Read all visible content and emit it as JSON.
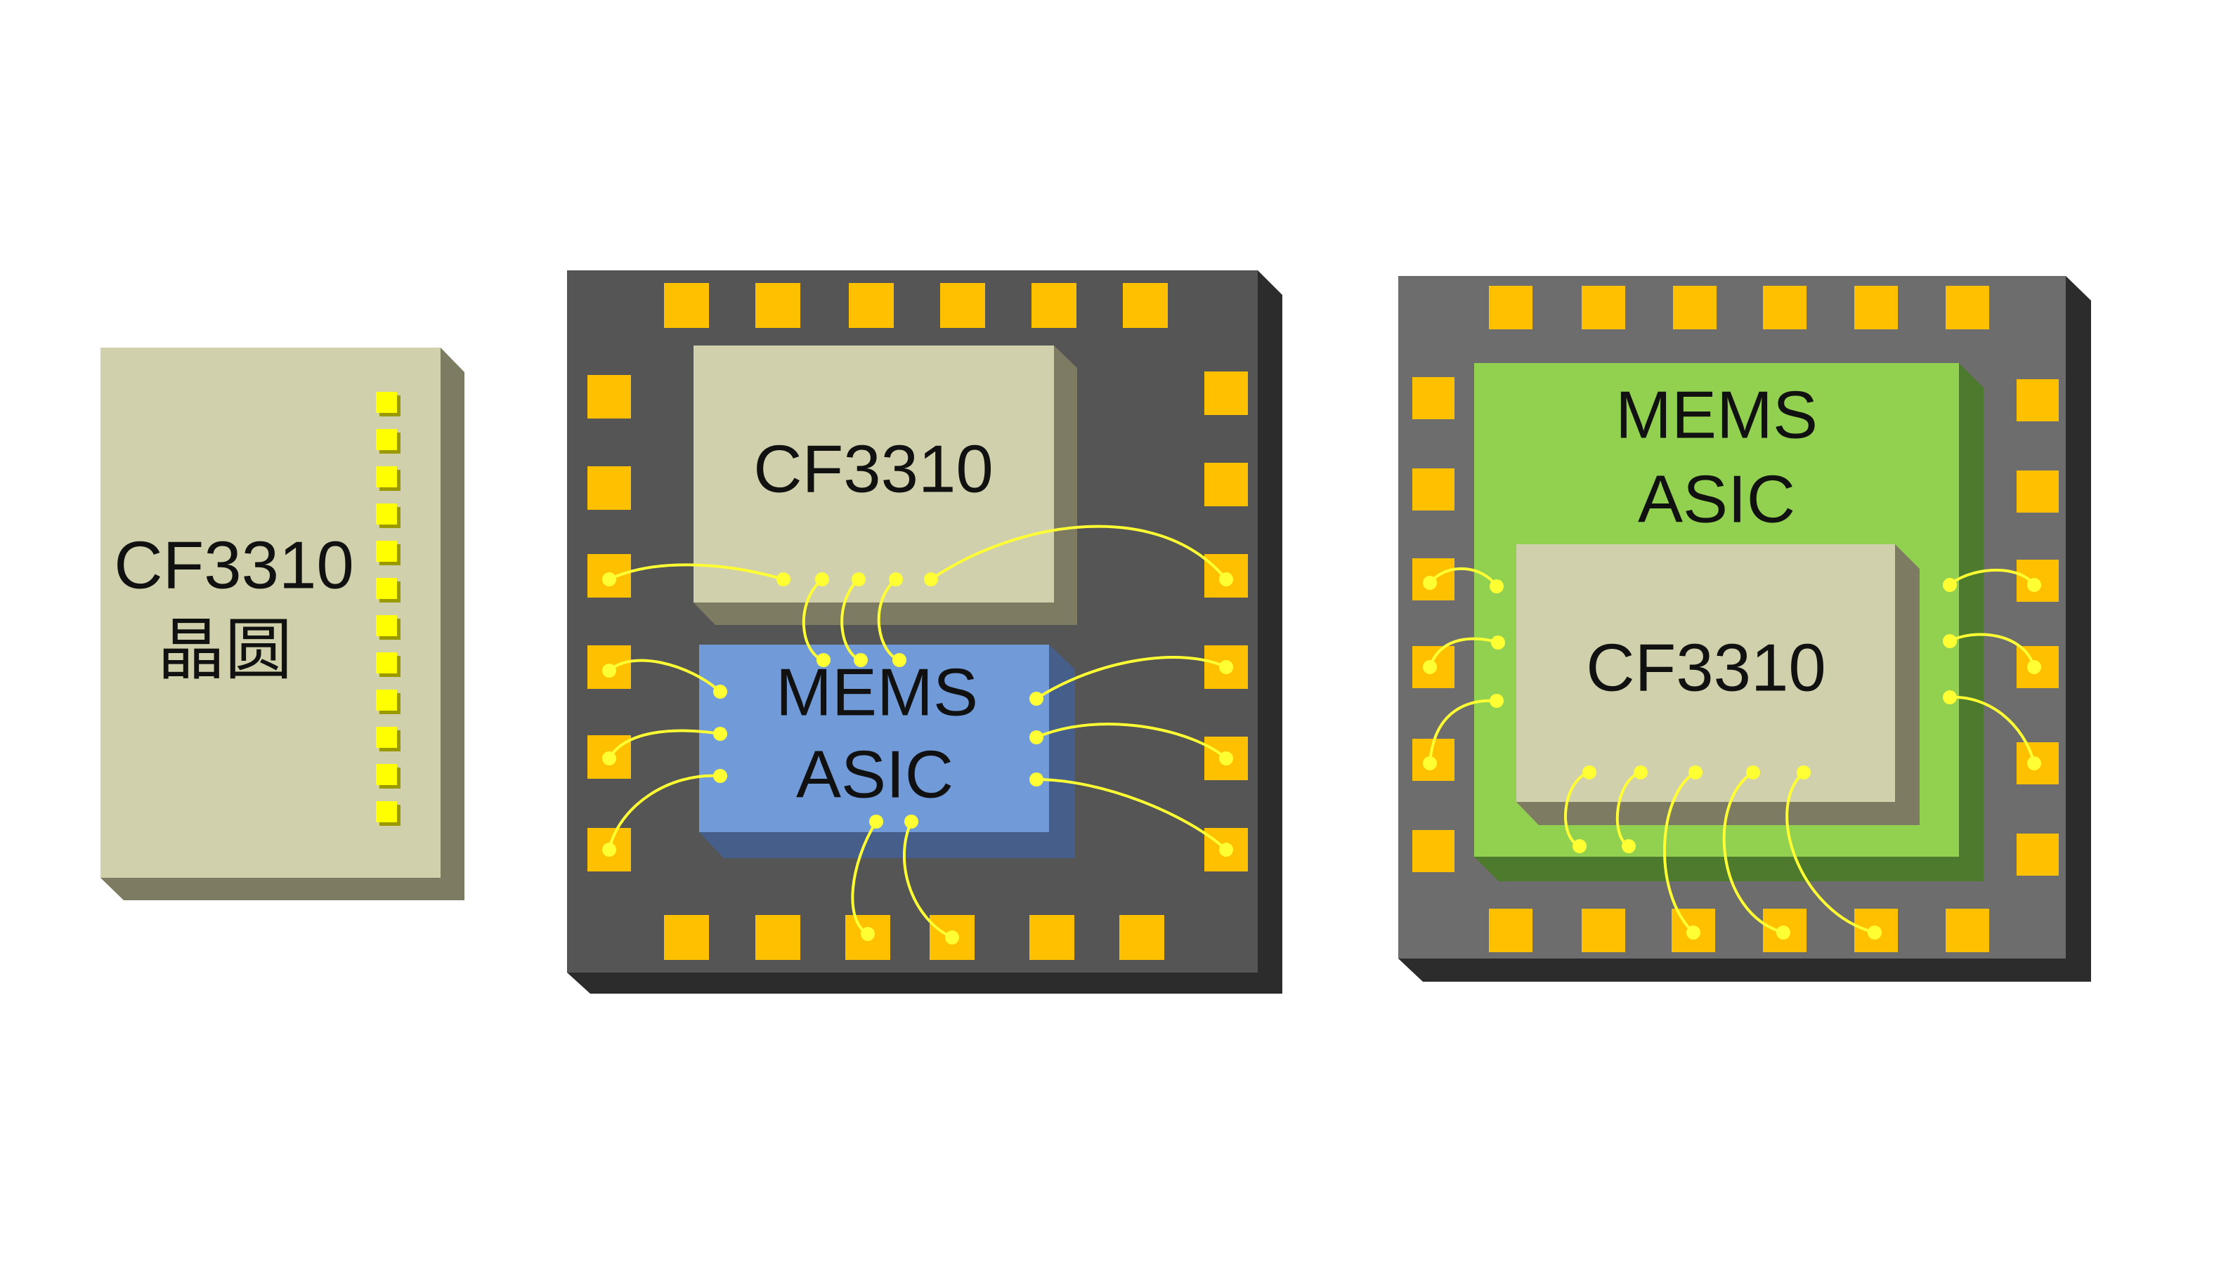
{
  "colors": {
    "background": "#ffffff",
    "die_face": "#d0d1ac",
    "die_side": "#7d7b62",
    "package_mid": "#555555",
    "package_right": "#6d6d6d",
    "package_side": "#2c2c2c",
    "pad_gold": "#ffc000",
    "pad_yellow": "#ffff00",
    "asic_blue": "#719ad8",
    "asic_blue_side": "#455e8a",
    "asic_green": "#92d050",
    "asic_green_side": "#4e7a2d",
    "wire": "#ffff33"
  },
  "wafer": {
    "title": "CF3310",
    "subtitle": "晶圆"
  },
  "package_stacked_side": {
    "die_label": "CF3310",
    "asic_line1": "MEMS",
    "asic_line2": "ASIC"
  },
  "package_stacked_top": {
    "asic_line1": "MEMS",
    "asic_line2": "ASIC",
    "die_label": "CF3310"
  }
}
